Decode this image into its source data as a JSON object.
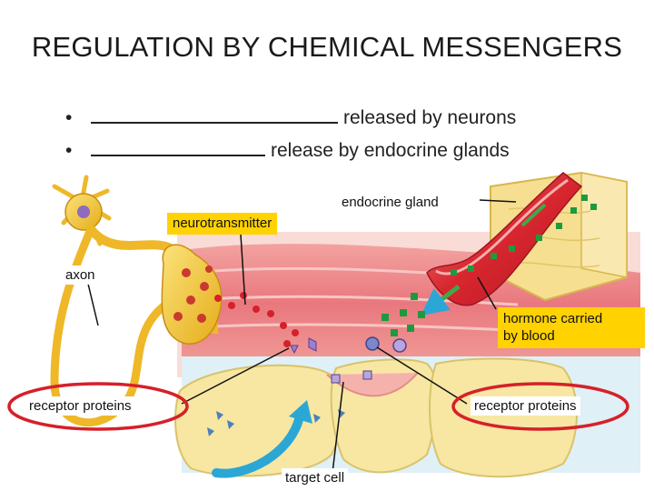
{
  "title": "REGULATION BY CHEMICAL MESSENGERS",
  "bullets": [
    {
      "marker": "•",
      "text": "released by neurons"
    },
    {
      "marker": "•",
      "text": "release by endocrine glands"
    }
  ],
  "labels": {
    "endocrine_gland": "endocrine gland",
    "neurotransmitter": "neurotransmitter",
    "axon": "axon",
    "hormone_line1": "hormone carried",
    "hormone_line2": "by blood",
    "receptor_left": "receptor proteins",
    "receptor_right": "receptor proteins",
    "target_cell": "target cell"
  },
  "colors": {
    "highlight": "#ffd200",
    "circle_outline": "#d6202a",
    "neuron": "#f2c230",
    "tissue": "#e9787e",
    "blood_vessel": "#d8262f",
    "hormone": "#1e9a3e",
    "arrow": "#2ba7d6"
  }
}
